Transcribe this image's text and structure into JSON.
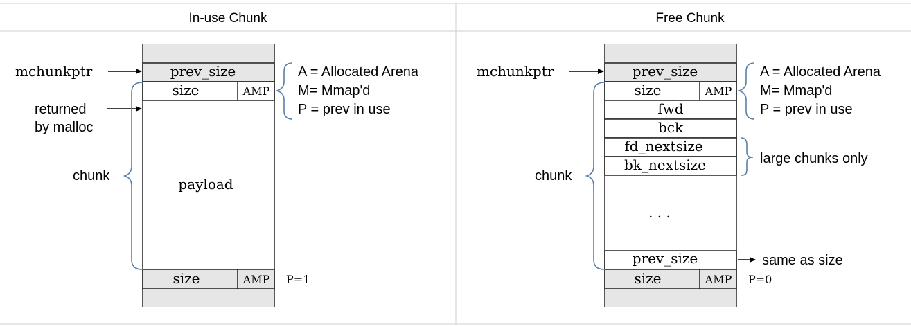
{
  "headers": {
    "left": "In-use Chunk",
    "right": "Free Chunk"
  },
  "in_use": {
    "pointer_label": "mchunkptr",
    "returned_label_line1": "returned",
    "returned_label_line2": "by malloc",
    "chunk_label": "chunk",
    "fields": {
      "prev_size": "prev_size",
      "size": "size",
      "amp": "AMP",
      "payload": "payload",
      "next_size": "size",
      "next_amp": "AMP"
    },
    "p_flag_note": "P=1",
    "legend": {
      "a": "A = Allocated Arena",
      "m": "M= Mmap'd",
      "p": "P = prev in use"
    }
  },
  "free": {
    "pointer_label": "mchunkptr",
    "chunk_label": "chunk",
    "fields": {
      "prev_size": "prev_size",
      "size": "size",
      "amp": "AMP",
      "fwd": "fwd",
      "bck": "bck",
      "fd_nextsize": "fd_nextsize",
      "bk_nextsize": "bk_nextsize",
      "ellipsis": ". . .",
      "tail_prev_size": "prev_size",
      "next_size": "size",
      "next_amp": "AMP"
    },
    "large_chunks_note": "large chunks only",
    "same_as_size_note": "same as size",
    "p_flag_note": "P=0",
    "legend": {
      "a": "A = Allocated Arena",
      "m": "M= Mmap'd",
      "p": "P = prev in use"
    }
  },
  "colors": {
    "brace": "#5b7ea8",
    "shaded_cell": "#e6e6e6",
    "border": "#000000",
    "separator": "#cfcfcf"
  }
}
